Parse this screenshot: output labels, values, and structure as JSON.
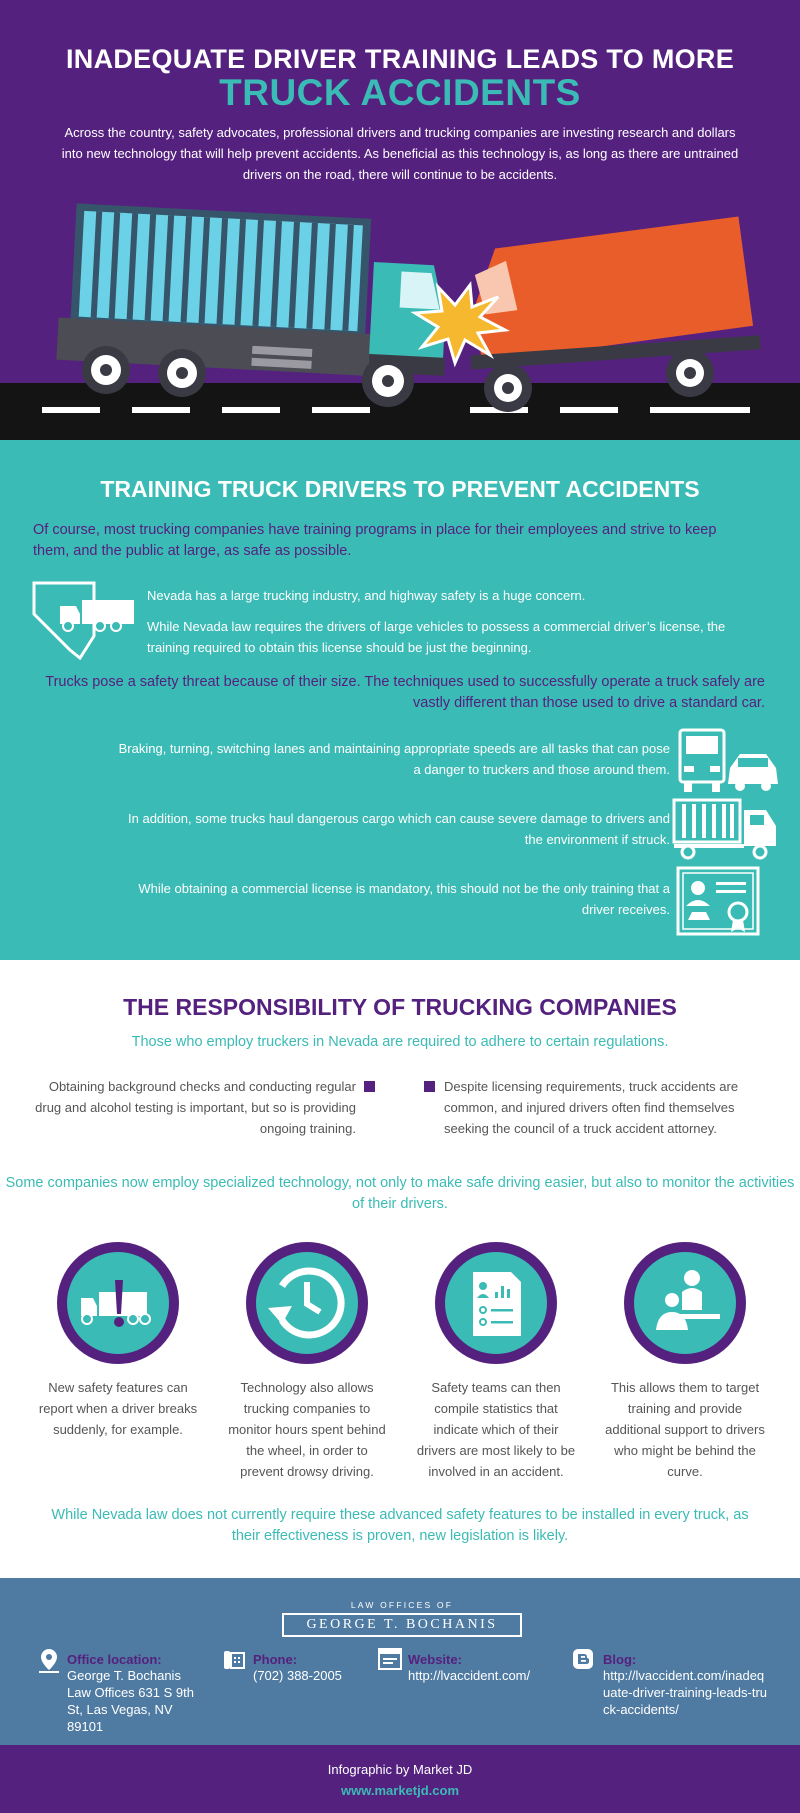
{
  "hero": {
    "title_line1": "INADEQUATE DRIVER TRAINING LEADS TO MORE",
    "title_line2": "TRUCK ACCIDENTS",
    "intro": "Across the country, safety advocates, professional drivers and trucking companies are investing research and dollars into new technology that will help prevent accidents. As beneficial as this technology is, as long as there are untrained drivers on the road, there will continue to be accidents."
  },
  "training": {
    "heading": "TRAINING TRUCK DRIVERS TO PREVENT ACCIDENTS",
    "lead": "Of course, most trucking companies have training programs in place for their employees and strive to keep them, and the public at large, as safe as possible.",
    "nevada_1": "Nevada has a large trucking industry, and highway safety is a huge concern.",
    "nevada_2": "While Nevada law requires the drivers of large vehicles to possess a commercial driver’s license, the training required to obtain this license should be just the beginning.",
    "size_statement": "Trucks pose a safety threat because of their size. The techniques used to successfully operate a truck safely are vastly different than those used to drive a standard car.",
    "point_1": "Braking, turning, switching lanes and maintaining appropriate speeds are all tasks that can pose a danger to truckers and those around them.",
    "point_2": "In addition, some trucks haul dangerous cargo which can cause severe damage to drivers and the environment if struck.",
    "point_3": "While obtaining a commercial license is mandatory, this should not be the only training that a driver receives."
  },
  "responsibility": {
    "heading": "THE RESPONSIBILITY OF TRUCKING COMPANIES",
    "subheading": "Those who employ truckers in Nevada are required to adhere to certain regulations.",
    "left_text": "Obtaining background checks and conducting regular drug and alcohol testing is important, but so is providing ongoing training.",
    "right_text": "Despite licensing requirements, truck accidents are common, and injured drivers often find themselves seeking the council of a truck accident attorney.",
    "technology": "Some companies now employ specialized technology, not only to make safe driving easier, but also to monitor the activities of their drivers.",
    "features": [
      {
        "icon": "truck-alert-icon",
        "caption": "New safety features can report when a driver breaks suddenly, for example."
      },
      {
        "icon": "clock-icon",
        "caption": "Technology also allows trucking companies to monitor hours spent behind the wheel, in order to prevent drowsy driving."
      },
      {
        "icon": "report-icon",
        "caption": "Safety teams can then compile statistics that indicate which of their drivers are most likely to be involved in an accident."
      },
      {
        "icon": "training-icon",
        "caption": "This allows them to target training and provide additional support to drivers who might be behind the curve."
      }
    ],
    "closing": "While Nevada law does not currently require these advanced safety features to be installed in every truck, as their effectiveness is proven, new legislation is likely."
  },
  "footer": {
    "logo_top": "LAW OFFICES OF",
    "logo_name": "GEORGE T. BOCHANIS",
    "office_label": "Office location:",
    "office_value": "George T. Bochanis Law Offices 631 S 9th St, Las Vegas, NV 89101",
    "phone_label": "Phone:",
    "phone_value": "(702) 388-2005",
    "website_label": "Website:",
    "website_value": "http://lvaccident.com/",
    "blog_label": "Blog:",
    "blog_value": "http://lvaccident.com/inadequate-driver-training-leads-truck-accidents/"
  },
  "credits": {
    "by": "Infographic by Market JD",
    "url": "www.marketjd.com"
  },
  "colors": {
    "purple": "#55217f",
    "teal": "#3bbbb5",
    "orange": "#e85d2a",
    "blue_gray": "#4f7aa1"
  }
}
